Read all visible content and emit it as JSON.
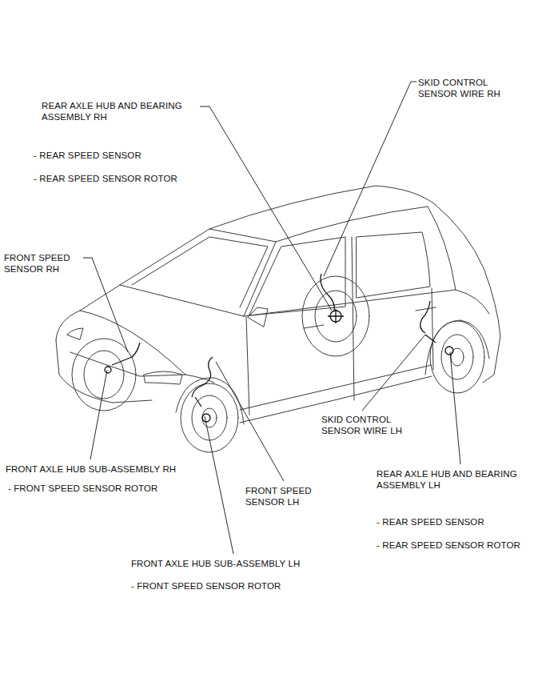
{
  "diagram": {
    "labels": [
      "REAR AXLE HUB AND BEARING ASSEMBLY RH",
      "- REAR SPEED SENSOR",
      "- REAR SPEED SENSOR ROTOR",
      "SKID CONTROL SENSOR WIRE RH",
      "FRONT SPEED SENSOR RH",
      "FRONT AXLE HUB SUB-ASSEMBLY RH",
      "- FRONT SPEED SENSOR ROTOR",
      "FRONT SPEED SENSOR LH",
      "SKID CONTROL SENSOR WIRE LH",
      "REAR AXLE HUB AND BEARING ASSEMBLY LH",
      "- REAR SPEED SENSOR",
      "- REAR SPEED SENSOR ROTOR",
      "FRONT AXLE HUB SUB-ASSEMBLY LH",
      "- FRONT SPEED SENSOR ROTOR"
    ]
  }
}
